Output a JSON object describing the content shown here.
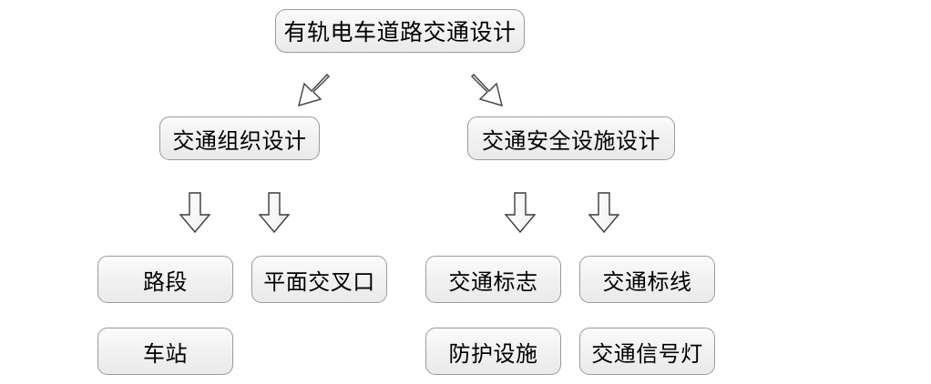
{
  "diagram": {
    "type": "flowchart",
    "title": "有轨电车道路交通设计",
    "background_color": "#ffffff",
    "node_fill_color": "#f2f2f2",
    "node_border_color": "#9a9a9a",
    "text_color": "#000000",
    "levels": [
      {
        "level": 1,
        "nodes": [
          {
            "id": "root",
            "label": "有轨电车道路交通设计"
          }
        ]
      },
      {
        "level": 2,
        "nodes": [
          {
            "id": "traffic-organization-design",
            "label": "交通组织设计"
          },
          {
            "id": "traffic-safety-facility-design",
            "label": "交通安全设施设计"
          }
        ]
      },
      {
        "level": 3,
        "nodes": [
          {
            "id": "road-section",
            "label": "路段"
          },
          {
            "id": "at-grade-intersection",
            "label": "平面交叉口"
          },
          {
            "id": "traffic-sign",
            "label": "交通标志"
          },
          {
            "id": "traffic-marking",
            "label": "交通标线"
          },
          {
            "id": "station",
            "label": "车站"
          },
          {
            "id": "protective-facility",
            "label": "防护设施"
          },
          {
            "id": "traffic-signal-light",
            "label": "交通信号灯"
          }
        ]
      }
    ],
    "connectors": [
      {
        "id": "root-to-traffic-organization",
        "icon": "arrow-down-left-icon",
        "direction": "down-left"
      },
      {
        "id": "root-to-traffic-safety",
        "icon": "arrow-down-right-icon",
        "direction": "down-right"
      },
      {
        "id": "organization-to-road-section",
        "icon": "arrow-down-icon",
        "direction": "down"
      },
      {
        "id": "organization-to-intersection",
        "icon": "arrow-down-icon",
        "direction": "down"
      },
      {
        "id": "safety-to-traffic-sign",
        "icon": "arrow-down-icon",
        "direction": "down"
      },
      {
        "id": "safety-to-traffic-marking",
        "icon": "arrow-down-icon",
        "direction": "down"
      }
    ]
  }
}
